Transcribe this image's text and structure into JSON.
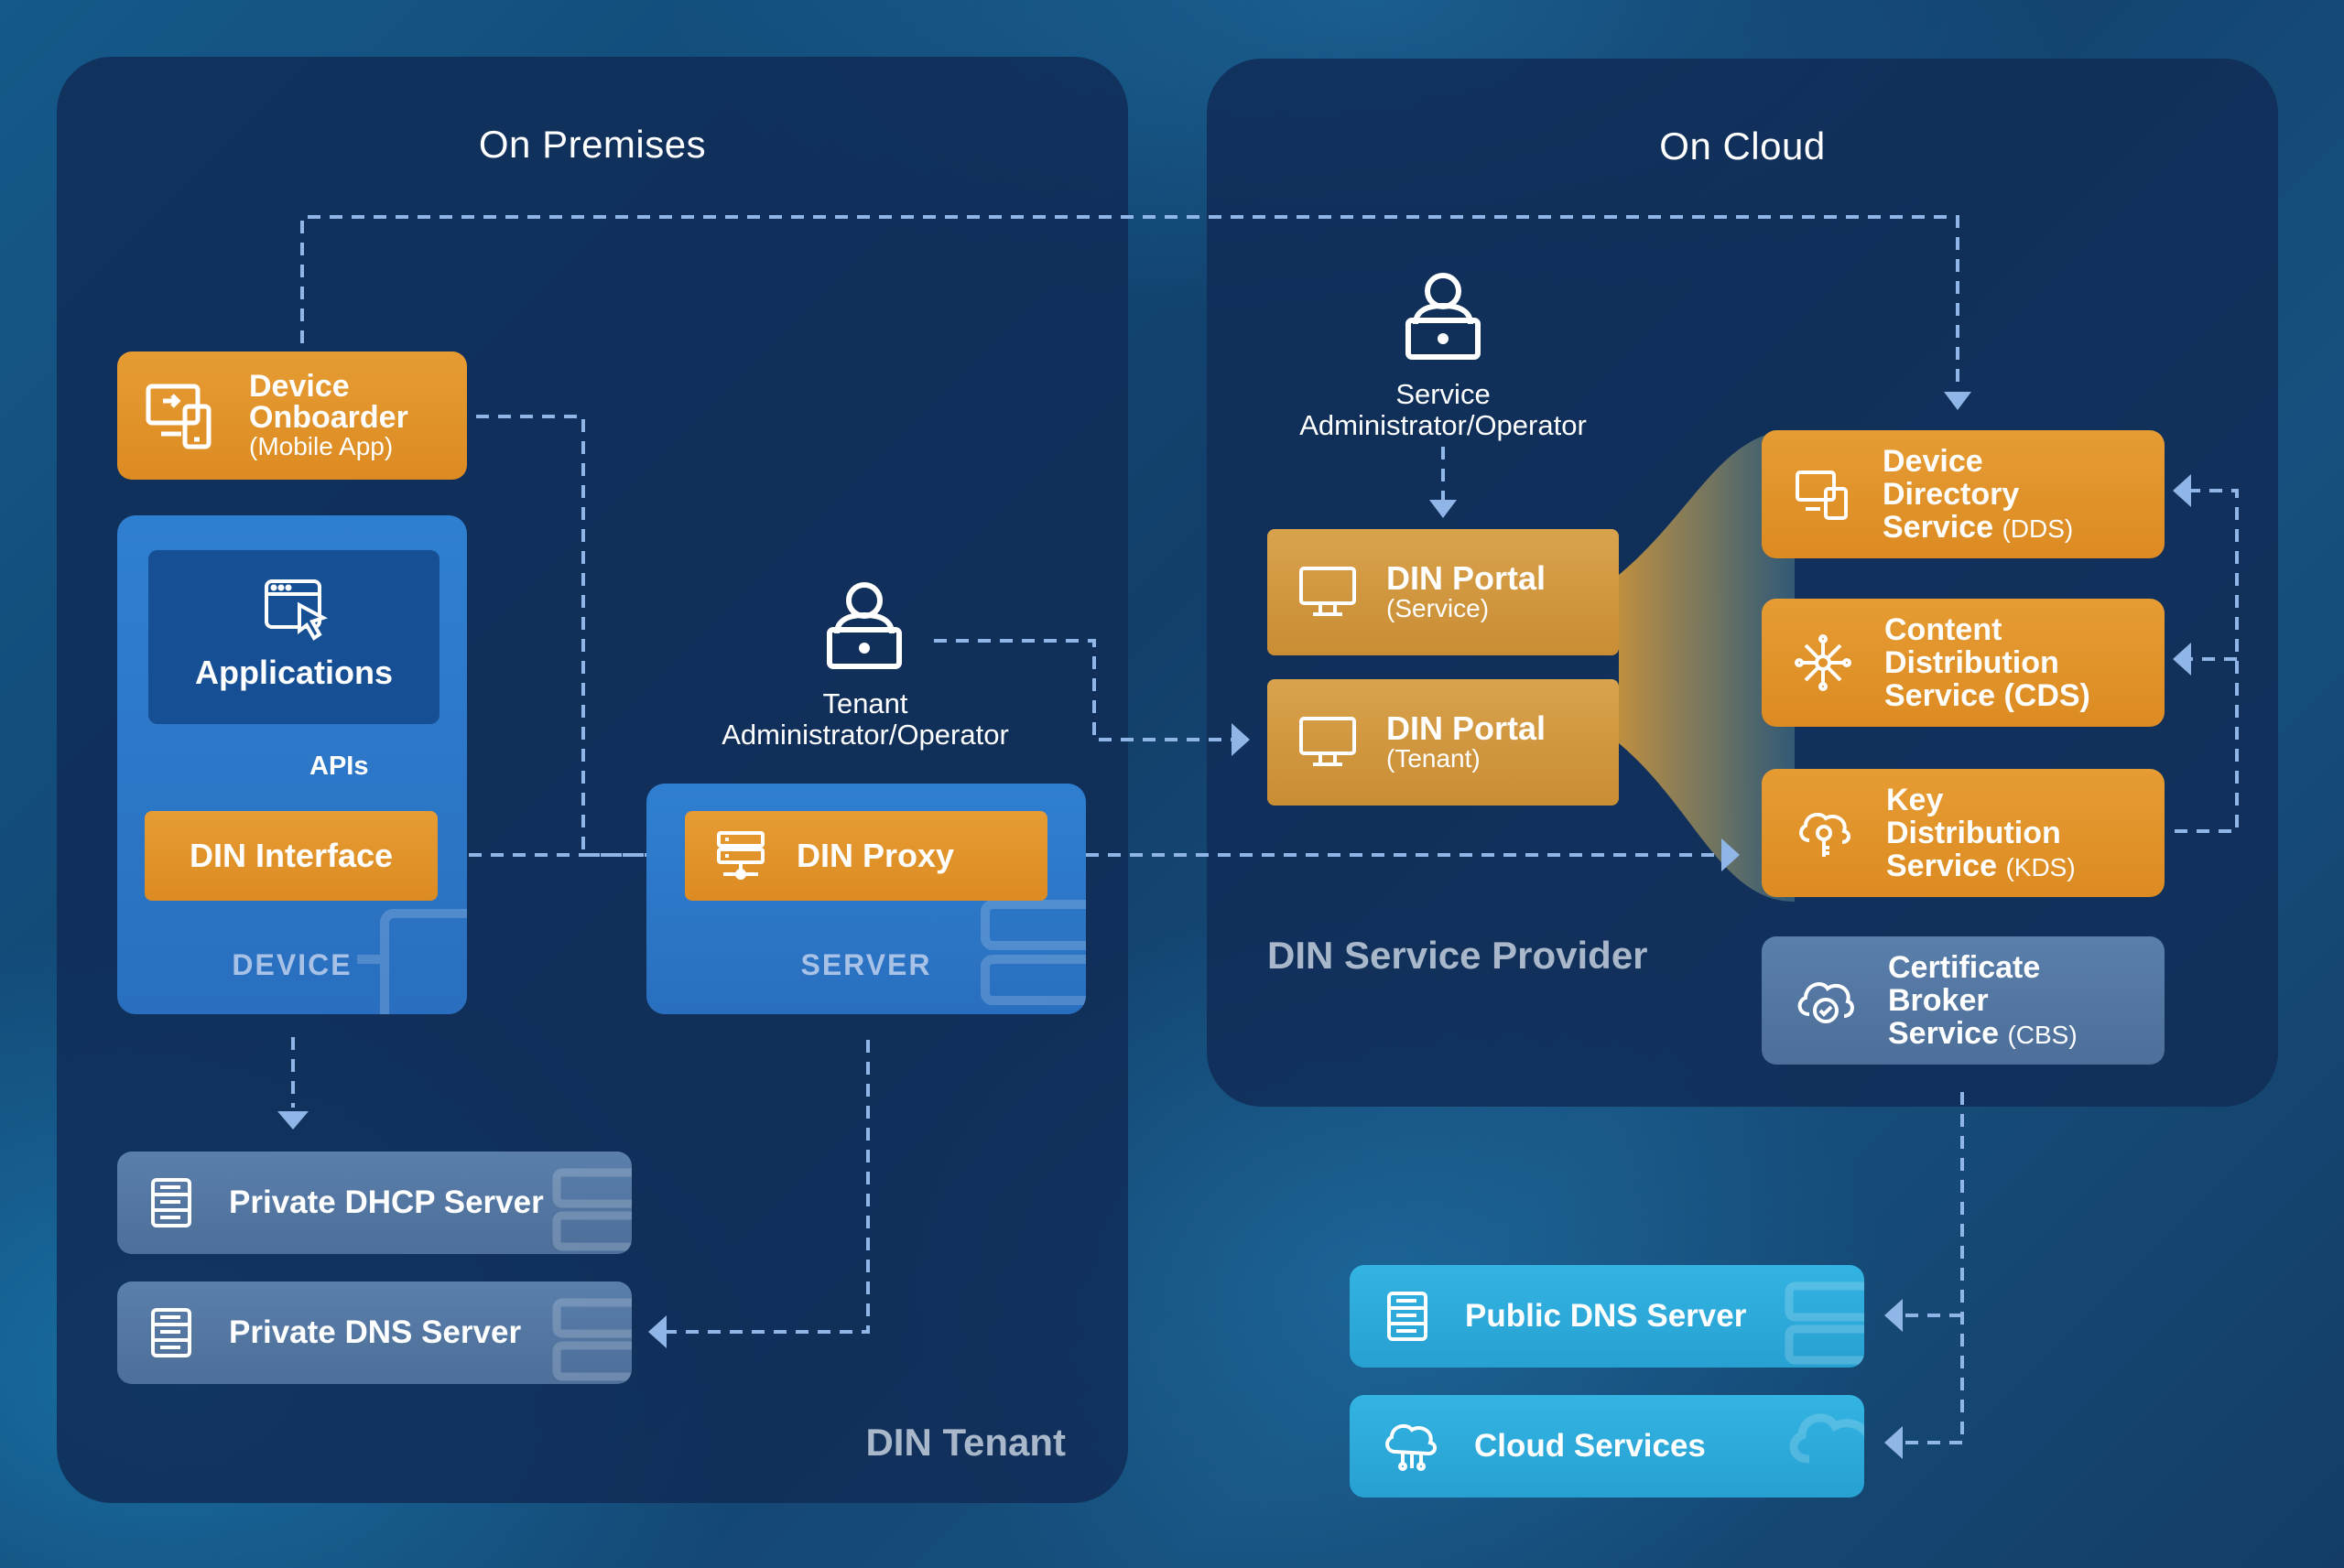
{
  "regions": {
    "on_premises": {
      "title": "On Premises",
      "label": "DIN Tenant"
    },
    "on_cloud": {
      "title": "On Cloud",
      "label": "DIN Service Provider"
    }
  },
  "device_onboarder": {
    "title_line1": "Device",
    "title_line2": "Onboarder",
    "subtitle": "(Mobile App)"
  },
  "device_group": {
    "applications": "Applications",
    "apis": "APIs",
    "din_interface": "DIN Interface",
    "caption": "DEVICE"
  },
  "server_group": {
    "din_proxy": "DIN Proxy",
    "caption": "SERVER"
  },
  "tenant_admin": {
    "line1": "Tenant",
    "line2": "Administrator/Operator"
  },
  "service_admin": {
    "line1": "Service",
    "line2": "Administrator/Operator"
  },
  "din_portal_service": {
    "title": "DIN Portal",
    "subtitle": "(Service)"
  },
  "din_portal_tenant": {
    "title": "DIN Portal",
    "subtitle": "(Tenant)"
  },
  "dds": {
    "line1": "Device",
    "line2": "Directory",
    "line3": "Service",
    "abbr": "(DDS)"
  },
  "cds": {
    "line1": "Content",
    "line2": "Distribution",
    "line3": "Service (CDS)"
  },
  "kds": {
    "line1": "Key",
    "line2": "Distribution",
    "line3": "Service",
    "abbr": "(KDS)"
  },
  "cbs": {
    "line1": "Certificate",
    "line2": "Broker",
    "line3": "Service",
    "abbr": "(CBS)"
  },
  "private_dhcp": "Private DHCP Server",
  "private_dns": "Private DNS Server",
  "public_dns": "Public DNS Server",
  "cloud_services": "Cloud Services",
  "colors": {
    "orange": "#e3962d",
    "gold": "#d29a45",
    "device_blue": "#2f7fd0",
    "steel": "#5479a5",
    "cyan": "#2fb0e0",
    "connector": "#8fb6e6",
    "region_bg": "#102c56"
  },
  "icons": {
    "onboarder": "mobile-devices-icon",
    "applications": "app-window-cursor-icon",
    "proxy": "server-network-icon",
    "admin": "user-laptop-icon",
    "portal": "monitor-icon",
    "dds": "devices-icon",
    "cds": "network-hub-icon",
    "kds": "cloud-key-icon",
    "cbs": "cloud-check-icon",
    "server": "server-stack-icon",
    "cloud": "cloud-network-icon"
  }
}
